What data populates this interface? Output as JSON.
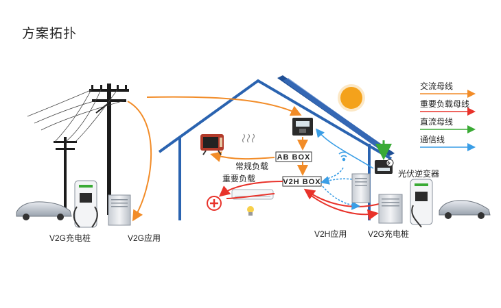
{
  "title": "方案拓扑",
  "legend": [
    {
      "label": "交流母线",
      "color": "#f28c28"
    },
    {
      "label": "重要负载母线",
      "color": "#e8322a"
    },
    {
      "label": "直流母线",
      "color": "#3aaa35"
    },
    {
      "label": "通信线",
      "color": "#3a9ee6"
    }
  ],
  "boxes": {
    "ab_box": "AB  BOX",
    "v2h_box": "V2H  BOX"
  },
  "labels": {
    "normal_load": "常规负载",
    "critical_load": "重要负载",
    "pv_inverter": "光伏逆变器",
    "v2g_charger_left": "V2G充电桩",
    "v2g_app_left": "V2G应用",
    "v2h_app": "V2H应用",
    "v2g_charger_right": "V2G充电桩"
  },
  "colors": {
    "house": "#2a63b0",
    "solar": "#1f4f95",
    "sun": "#f5a21b",
    "ac": "#f28c28",
    "critical": "#e8322a",
    "dc": "#3aaa35",
    "comm": "#3a9ee6"
  },
  "icons": [
    "power-pole-icon",
    "car-icon",
    "charger-icon",
    "cabinet-icon",
    "sun-icon",
    "solar-panel-icon",
    "meter-icon",
    "tv-icon",
    "heat-icon",
    "air-conditioner-icon",
    "bulb-icon",
    "plus-icon",
    "wifi-icon",
    "inverter-icon"
  ]
}
